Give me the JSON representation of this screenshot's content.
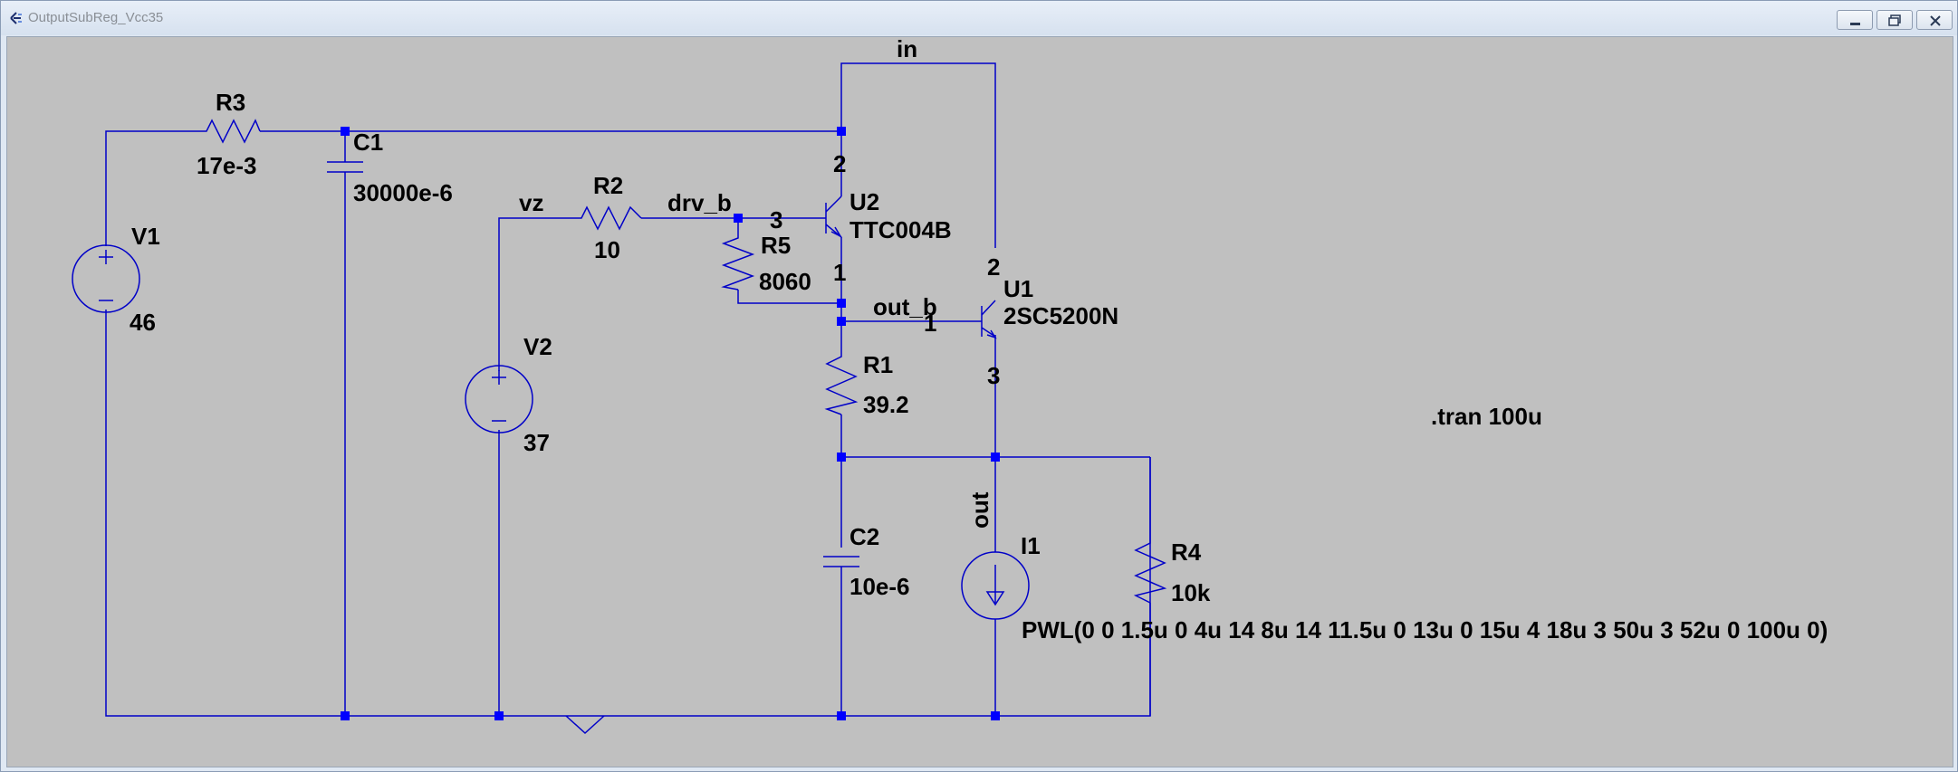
{
  "window": {
    "title": "OutputSubReg_Vcc35",
    "icons": [
      "ltspice-app-icon",
      "minimize-icon",
      "maximize-icon",
      "close-icon"
    ]
  },
  "schematic": {
    "components": {
      "R3": {
        "name": "R3",
        "value": "17e-3"
      },
      "C1": {
        "name": "C1",
        "value": "30000e-6"
      },
      "V1": {
        "name": "V1",
        "value": "46"
      },
      "R2": {
        "name": "R2",
        "value": "10"
      },
      "V2": {
        "name": "V2",
        "value": "37"
      },
      "R5": {
        "name": "R5",
        "value": "8060"
      },
      "U2": {
        "name": "U2",
        "value": "TTC004B",
        "pin_collector": "2",
        "pin_base": "3",
        "pin_emitter": "1"
      },
      "U1": {
        "name": "U1",
        "value": "2SC5200N",
        "pin_collector": "2",
        "pin_base": "1",
        "pin_emitter": "3"
      },
      "R1": {
        "name": "R1",
        "value": "39.2"
      },
      "C2": {
        "name": "C2",
        "value": "10e-6"
      },
      "I1": {
        "name": "I1",
        "value": "PWL(0 0 1.5u 0 4u 14 8u 14 11.5u 0 13u 0 15u 4 18u 3 50u 3 52u 0 100u 0)"
      },
      "R4": {
        "name": "R4",
        "value": "10k"
      }
    },
    "nets": {
      "in": "in",
      "vz": "vz",
      "drv_b": "drv_b",
      "out_b": "out_b",
      "out": "out"
    },
    "directive": ".tran 100u",
    "colors": {
      "wire": "#0000c8",
      "junction": "#0000ff",
      "background": "#c0c0c0"
    }
  }
}
